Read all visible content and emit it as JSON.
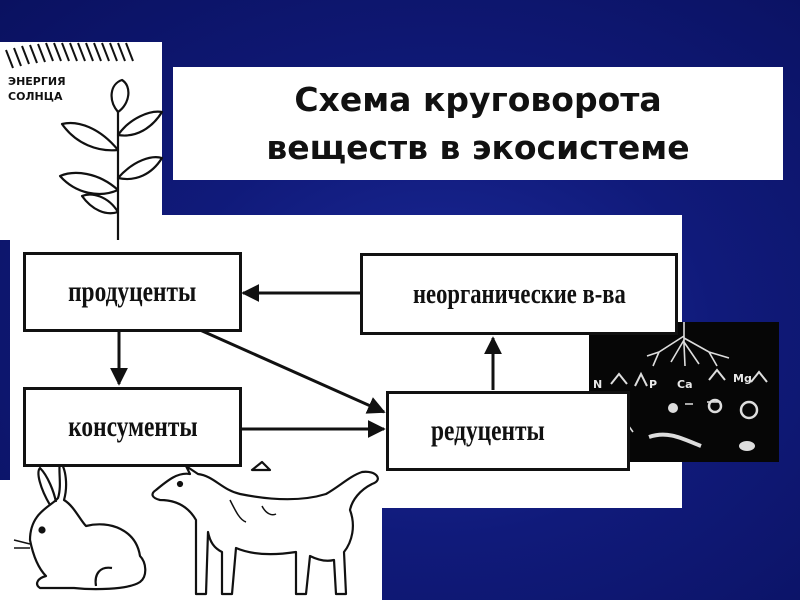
{
  "title": "Схема круговорота\nвеществ в экосистеме",
  "sun_label": "ЭНЕРГИЯ\nСОЛНЦА",
  "nodes": {
    "producers": "продуценты",
    "consumers": "консументы",
    "inorganic": "неорганические в-ва",
    "decomposers": "редуценты"
  },
  "soil_elements": [
    "N",
    "P",
    "Ca",
    "Mg"
  ],
  "colors": {
    "background": "#10197a",
    "panel": "#ffffff",
    "ink": "#111111"
  },
  "edges": [
    {
      "from": "producers",
      "to": "consumers"
    },
    {
      "from": "producers",
      "to": "decomposers"
    },
    {
      "from": "consumers",
      "to": "decomposers"
    },
    {
      "from": "decomposers",
      "to": "inorganic"
    },
    {
      "from": "inorganic",
      "to": "producers"
    }
  ]
}
